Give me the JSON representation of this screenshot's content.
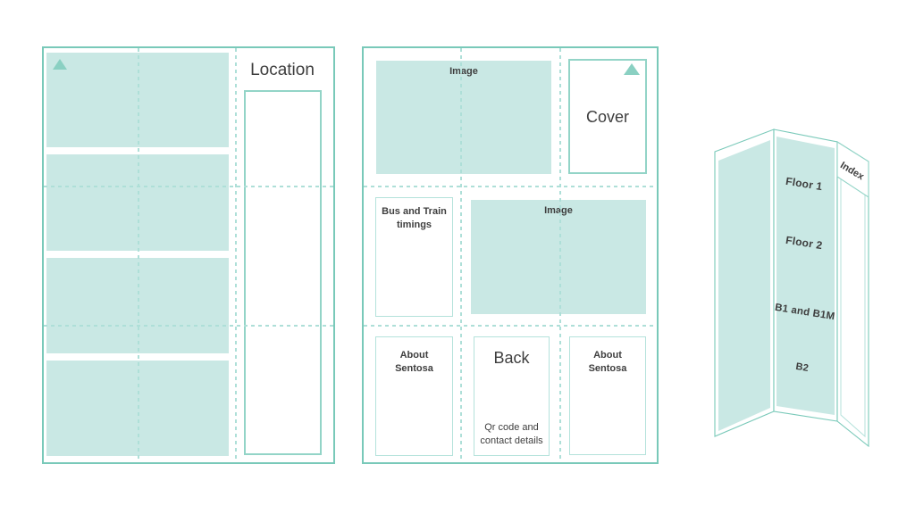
{
  "colors": {
    "teal_fill": "#c9e8e4",
    "dash": "#aedfd8",
    "border_strong": "#79c9b9",
    "border_med": "#93d4c7",
    "border_light": "#b4e2db",
    "triangle": "#8ad0c2",
    "text": "#3e3e3e"
  },
  "left_panel": {
    "location_label": "Location"
  },
  "middle_panel": {
    "image_label_1": "Image",
    "cover_label": "Cover",
    "bus_train_label": "Bus and Train timings",
    "image_label_2": "Image",
    "about_left_label": "About Sentosa",
    "back_label": "Back",
    "qr_label": "Qr code and contact details",
    "about_right_label": "About Sentosa"
  },
  "folded_preview": {
    "index_label": "Index",
    "panels": [
      "Floor 1",
      "Floor 2",
      "B1 and B1M",
      "B2"
    ]
  }
}
